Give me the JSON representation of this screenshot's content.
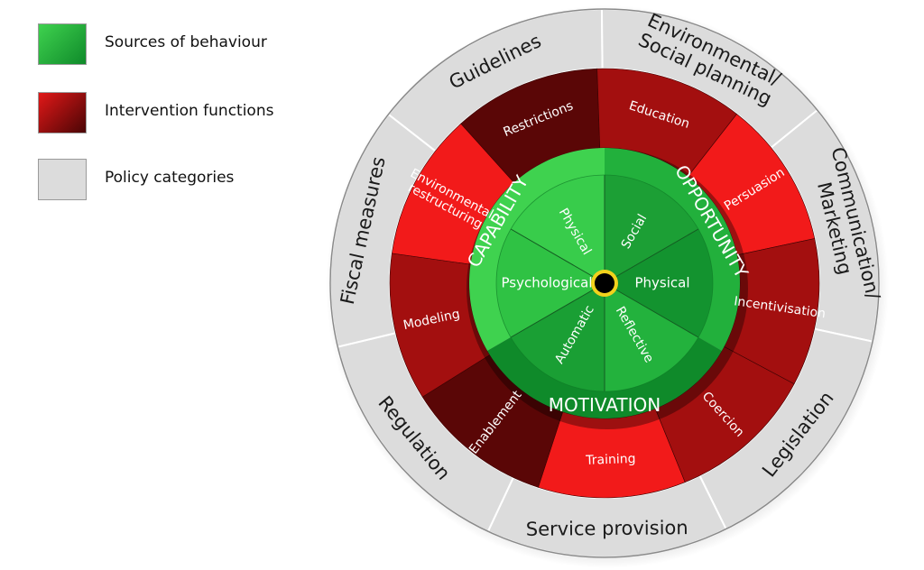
{
  "legend": {
    "items": [
      {
        "key": "sources",
        "label": "Sources of behaviour",
        "color": "#1aa33a"
      },
      {
        "key": "interventions",
        "label": "Intervention functions",
        "color": "#b30f0f"
      },
      {
        "key": "policies",
        "label": "Policy categories",
        "color": "#dcdcdc"
      }
    ]
  },
  "wheel": {
    "policy_categories": [
      {
        "lines": [
          "Guidelines"
        ]
      },
      {
        "lines": [
          "Environmental/",
          "Social planning"
        ]
      },
      {
        "lines": [
          "Communication/",
          "Marketing"
        ]
      },
      {
        "lines": [
          "Legislation"
        ]
      },
      {
        "lines": [
          "Service provision"
        ]
      },
      {
        "lines": [
          "Regulation"
        ]
      },
      {
        "lines": [
          "Fiscal measures"
        ]
      }
    ],
    "intervention_functions": [
      {
        "lines": [
          "Restrictions"
        ],
        "shade": "dark"
      },
      {
        "lines": [
          "Education"
        ],
        "shade": "medium"
      },
      {
        "lines": [
          "Persuasion"
        ],
        "shade": "bright"
      },
      {
        "lines": [
          "Incentivisation"
        ],
        "shade": "medium"
      },
      {
        "lines": [
          "Coercion"
        ],
        "shade": "medium"
      },
      {
        "lines": [
          "Training"
        ],
        "shade": "bright"
      },
      {
        "lines": [
          "Enablement"
        ],
        "shade": "dark"
      },
      {
        "lines": [
          "Modeling"
        ],
        "shade": "medium"
      },
      {
        "lines": [
          "Environmental",
          "restructuring"
        ],
        "shade": "bright"
      }
    ],
    "components": [
      {
        "name": "CAPABILITY",
        "subs": [
          "Physical",
          "Psychological"
        ]
      },
      {
        "name": "OPPORTUNITY",
        "subs": [
          "Social",
          "Physical"
        ]
      },
      {
        "name": "MOTIVATION",
        "subs": [
          "Reflective",
          "Automatic"
        ]
      }
    ],
    "colors": {
      "policy_fill": "#dcdcdc",
      "policy_stroke": "#ffffff",
      "int_dark": "#5a0606",
      "int_medium": "#a30f0f",
      "int_bright": "#f21a1a",
      "green_light": "#3fd24f",
      "green_mid": "#22b03c",
      "green_dark": "#0f8a2a",
      "hub_fill": "#000000",
      "hub_ring": "#f2d21c"
    }
  }
}
